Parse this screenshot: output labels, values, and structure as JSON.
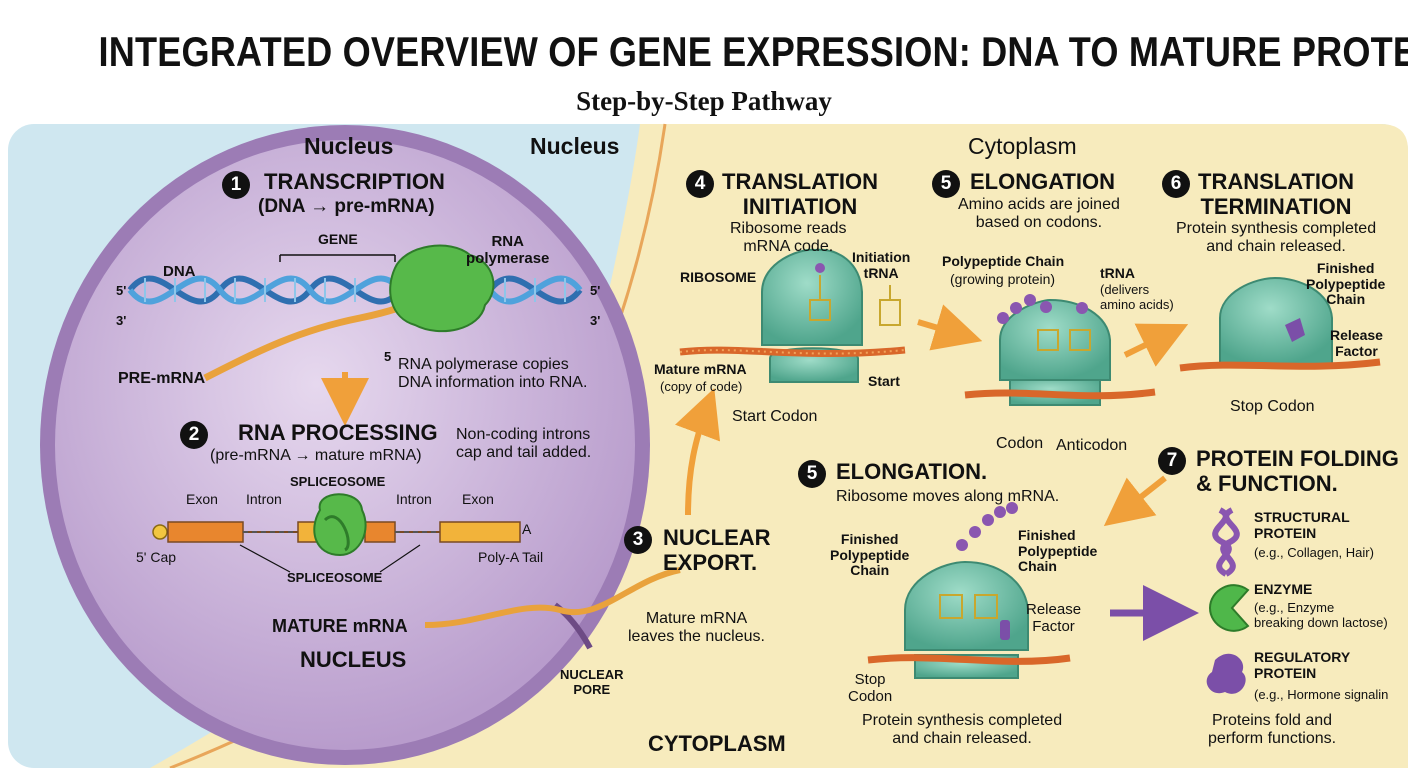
{
  "title": "INTEGRATED OVERVIEW OF GENE EXPRESSION: DNA TO MATURE PROTEIN",
  "subtitle": "Step-by-Step Pathway",
  "regions": {
    "nucleus_label_1": "Nucleus",
    "nucleus_label_2": "Nucleus",
    "nucleus_bottom": "NUCLEUS",
    "cytoplasm_top": "Cytoplasm",
    "cytoplasm_bottom": "CYTOPLASM"
  },
  "step1": {
    "num": "1",
    "title": "TRANSCRIPTION",
    "sub": "(DNA → pre-mRNA)",
    "gene": "GENE",
    "dna": "DNA",
    "rna_polymerase": "RNA\npolymerase",
    "five_a": "5'",
    "three_a": "3'",
    "five_b": "5'",
    "three_b": "3'",
    "five_c": "5",
    "pre_mrna": "PRE-mRNA",
    "desc": "RNA polymerase copies\nDNA information into RNA."
  },
  "step2": {
    "num": "2",
    "title": "RNA PROCESSING",
    "sub": "(pre-mRNA → mature mRNA)",
    "note": "Non-coding introns\ncap and tail added.",
    "exon_1": "Exon",
    "intron_1": "Intron",
    "spliceosome_top": "SPLICEOSOME",
    "intron_2": "Intron",
    "exon_2": "Exon",
    "a_label": "A",
    "cap": "5' Cap",
    "spliceosome_bottom": "SPLICEOSOME",
    "poly_a": "Poly-A Tail",
    "mature_mrna": "MATURE mRNA"
  },
  "step3": {
    "num": "3",
    "title": "NUCLEAR\nEXPORT.",
    "desc": "Mature mRNA\nleaves the nucleus.",
    "pore": "NUCLEAR\nPORE"
  },
  "step4": {
    "num": "4",
    "title": "TRANSLATION\nINITIATION",
    "desc": "Ribosome reads\nmRNA code.",
    "ribosome": "RIBOSOME",
    "initiation_trna": "Initiation\ntRNA",
    "mature_mrna": "Mature mRNA",
    "mature_mrna_sub": "(copy of code)",
    "start": "Start",
    "start_codon": "Start Codon"
  },
  "step5a": {
    "num": "5",
    "title": "ELONGATION",
    "desc": "Amino acids are joined\nbased on codons.",
    "polypeptide": "Polypeptide Chain",
    "polypeptide_sub": "(growing protein)",
    "trna": "tRNA",
    "trna_sub": "(delivers\namino acids)",
    "codon": "Codon",
    "anticodon": "Anticodon"
  },
  "step6": {
    "num": "6",
    "title": "TRANSLATION\nTERMINATION",
    "desc": "Protein synthesis completed\nand chain released.",
    "finished": "Finished\nPolypeptide\nChain",
    "release": "Release\nFactor",
    "stop_codon": "Stop Codon"
  },
  "step5b": {
    "num": "5",
    "title": "ELONGATION.",
    "desc": "Ribosome moves along mRNA.",
    "finished_left": "Finished\nPolypeptide\nChain",
    "finished_right": "Finished\nPolypeptide\nChain",
    "release": "Release\nFactor",
    "stop": "Stop\nCodon",
    "bottom": "Protein synthesis completed\nand chain released."
  },
  "step7": {
    "num": "7",
    "title": "PROTEIN FOLDING\n& FUNCTION.",
    "structural": "STRUCTURAL\nPROTEIN",
    "structural_ex": "(e.g., Collagen, Hair)",
    "enzyme": "ENZYME",
    "enzyme_ex": "(e.g., Enzyme\nbreaking down lactose)",
    "regulatory": "REGULATORY\nPROTEIN",
    "regulatory_ex": "(e.g., Hormone signalin",
    "bottom": "Proteins fold and\nperform functions."
  },
  "colors": {
    "cytoplasm": "#f7ebbd",
    "outside": "#cfe7f0",
    "nucleus": "#cdb6db",
    "membrane": "#8f6aa7",
    "ribosome": "#6cbfa6",
    "mrna": "#e07a2a",
    "dna_blue": "#3a86c8",
    "arrow": "#f0a03a",
    "purple": "#7b4fa8"
  }
}
